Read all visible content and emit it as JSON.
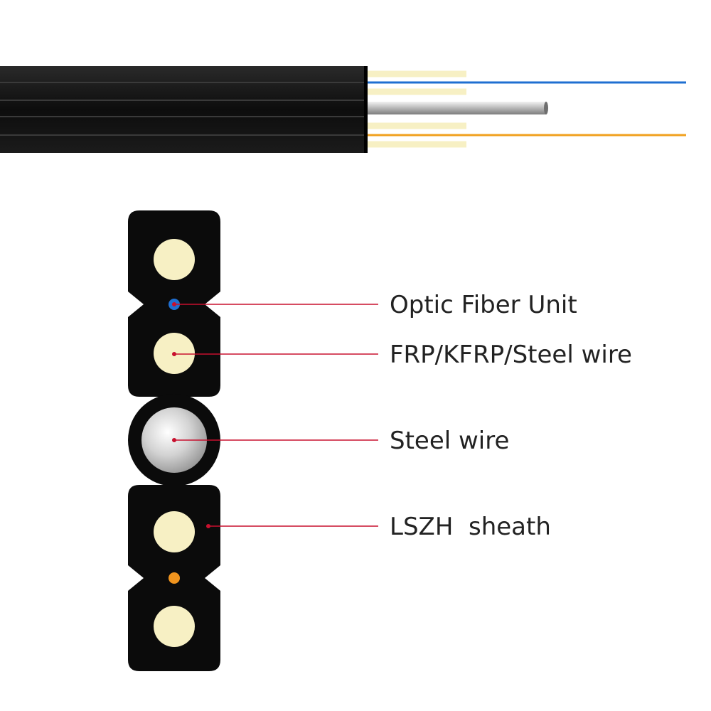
{
  "colors": {
    "background": "#ffffff",
    "sheath": "#0b0b0b",
    "fiber_blue": "#1f6fd1",
    "fiber_orange": "#f0941e",
    "strength_member": "#f7f0c4",
    "steel": "#d6d6d6",
    "leader_line": "#c8102e",
    "label_text": "#222222"
  },
  "labels": {
    "optic_fiber_unit": "Optic Fiber Unit",
    "strength_member": "FRP/KFRP/Steel wire",
    "steel_wire": "Steel wire",
    "sheath": "LSZH  sheath"
  }
}
